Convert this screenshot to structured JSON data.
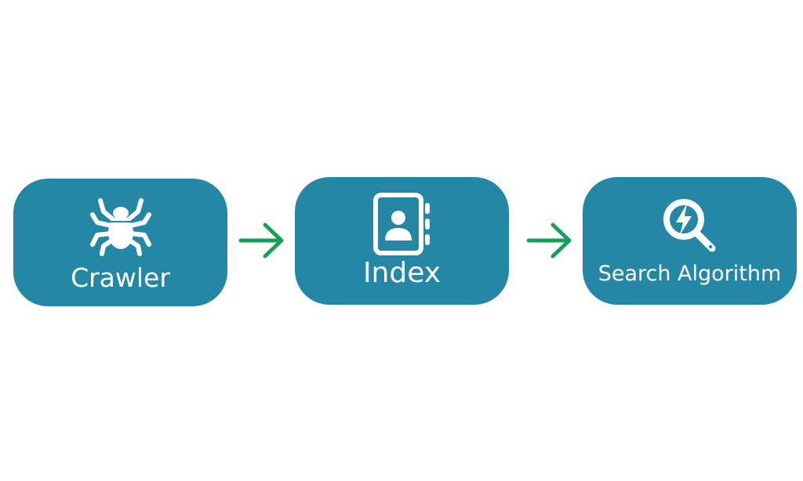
{
  "colors": {
    "box": "#2587a6",
    "arrow": "#169e5a",
    "text": "#ffffff"
  },
  "nodes": [
    {
      "label": "Crawler",
      "icon": "spider-icon"
    },
    {
      "label": "Index",
      "icon": "address-book-icon"
    },
    {
      "label": "Search Algorithm",
      "icon": "lightning-magnifier-icon"
    }
  ],
  "edges": [
    {
      "from": "Crawler",
      "to": "Index"
    },
    {
      "from": "Index",
      "to": "Search Algorithm"
    }
  ]
}
